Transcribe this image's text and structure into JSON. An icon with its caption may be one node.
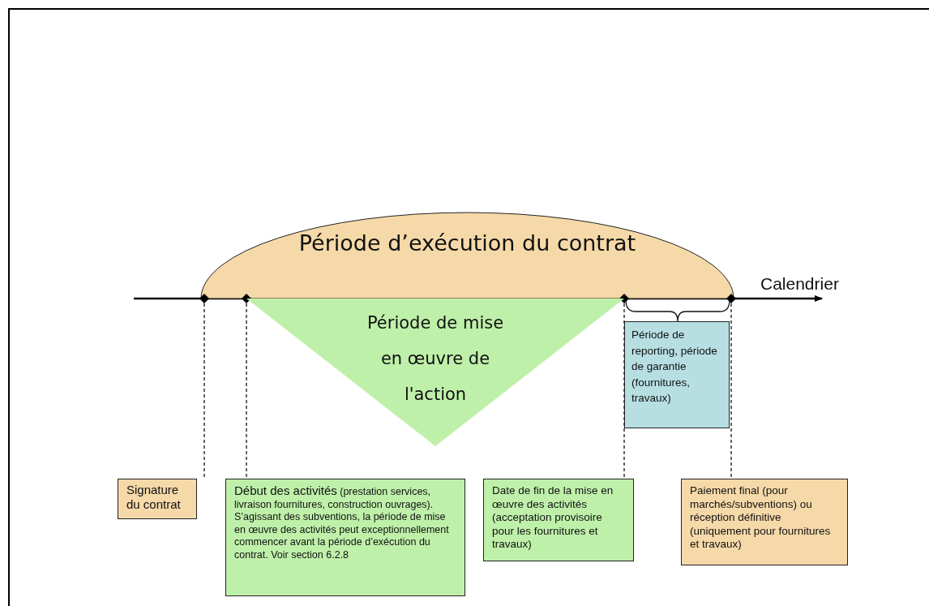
{
  "diagram": {
    "nodes": [
      {
        "text": [
          "Période d’exécution du contrat"
        ]
      },
      {
        "text": [],
        "shape": "diamond"
      },
      {
        "text": [],
        "shape": "diamond"
      },
      {
        "text": [],
        "shape": "diamond"
      },
      {
        "text": [],
        "shape": "diamond"
      },
      {
        "text": [
          "Période de mise en œuvre de l'action"
        ]
      },
      {
        "text": [
          "Période de reporting, période de garantie (fournitures, travaux)"
        ]
      },
      {
        "text": [
          "Signature du contrat"
        ]
      },
      {
        "text": [
          "Début des activités",
          "(prestation services, livraison fournitures, construction ouvrages). S’agissant des subventions, la période de mise en œuvre des activités peut exceptionnellement commencer avant la période d’exécution du contrat. Voir section 6.2.8"
        ]
      },
      {
        "text": [
          "Date de fin de la mise en œuvre des activités (acceptation provisoire pour les fournitures et travaux)"
        ]
      },
      {
        "text": [
          "Paiement final (pour marchés/subventions) ou réception définitive (uniquement pour fournitures et travaux)"
        ]
      }
    ],
    "edges": [
      {
        "from": 1,
        "to": 7,
        "arrow": "none",
        "style": "dashed"
      },
      {
        "from": 2,
        "to": 8,
        "arrow": "none",
        "style": "dashed"
      },
      {
        "from": 3,
        "to": 9,
        "arrow": "none",
        "style": "dashed"
      },
      {
        "from": 4,
        "to": 10,
        "arrow": "none",
        "style": "dashed"
      }
    ],
    "labels": [
      "Calendrier"
    ]
  }
}
